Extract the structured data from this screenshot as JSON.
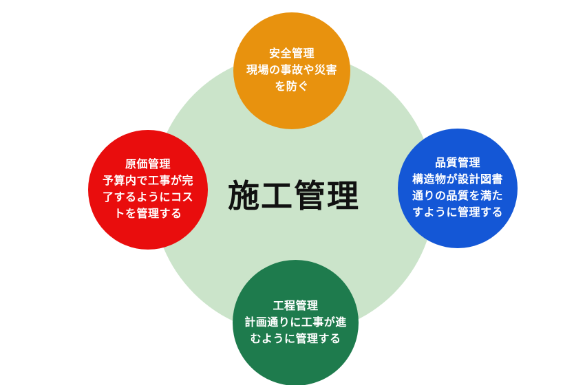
{
  "center": {
    "title": "施工管理",
    "circle_color": "#cbe4ca",
    "title_color": "#111111"
  },
  "nodes": {
    "safety": {
      "label": "安全管理",
      "text": "安全管理\n現場の事故や災害\nを防ぐ",
      "color": "#e8920e",
      "position": "top"
    },
    "quality": {
      "label": "品質管理",
      "text": "品質管理\n構造物が設計図書\n通りの品質を満た\nすように管理する",
      "color": "#1457d6",
      "position": "right"
    },
    "cost": {
      "label": "原価管理",
      "text": "原価管理\n予算内で工事が完\n了するようにコス\nトを管理する",
      "color": "#e90d0d",
      "position": "left"
    },
    "schedule": {
      "label": "工程管理",
      "text": "工程管理\n計画通りに工事が進\nむように管理する",
      "color": "#1e7b4d",
      "position": "bottom"
    }
  },
  "text_color_on_nodes": "#ffffff"
}
